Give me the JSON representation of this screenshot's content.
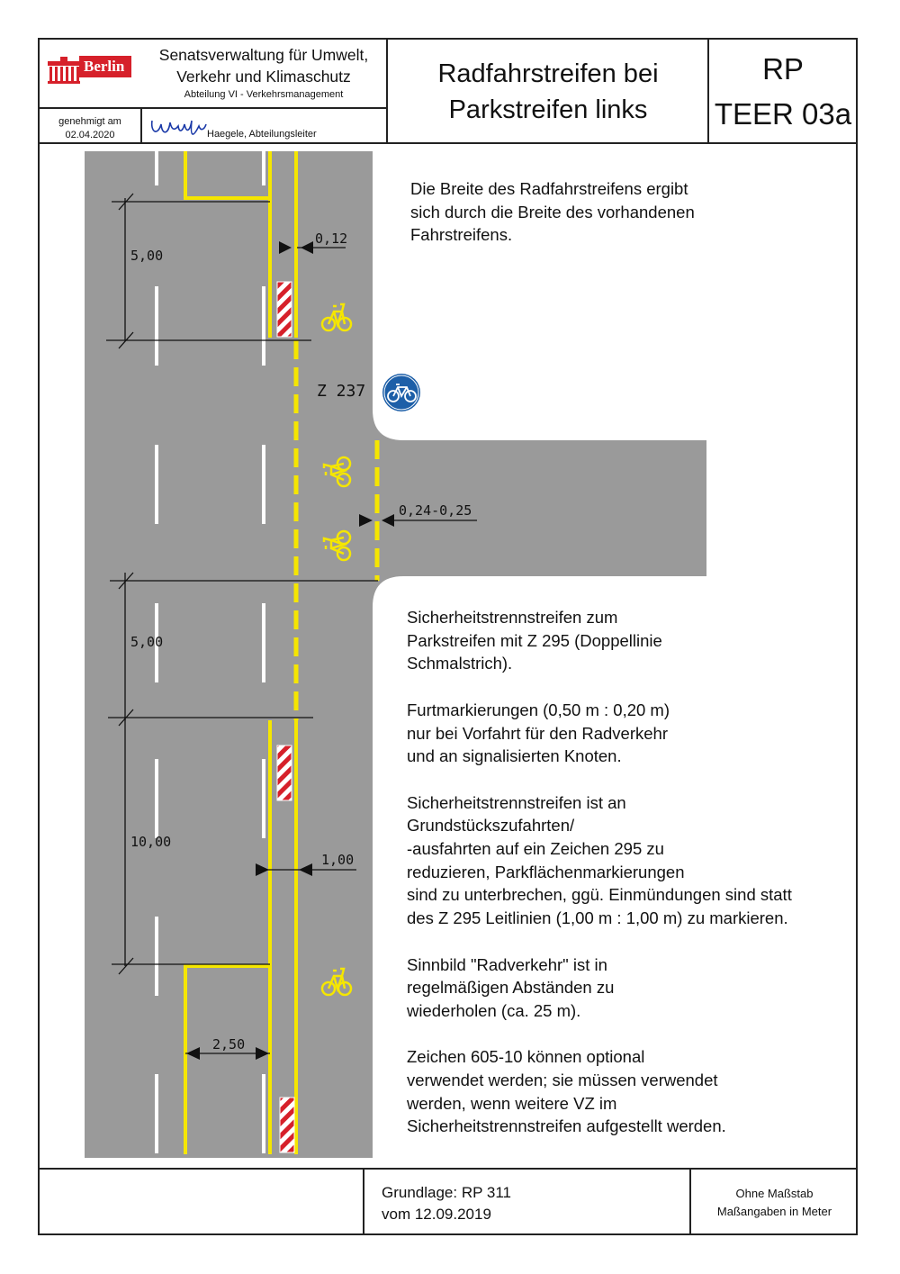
{
  "header": {
    "logo_text": "Berlin",
    "organization_line1": "Senatsverwaltung für Umwelt,",
    "organization_line2": "Verkehr und Klimaschutz",
    "department": "Abteilung VI - Verkehrsmanagement",
    "approved_label": "genehmigt  am",
    "approved_date": "02.04.2020",
    "signer": "Haegele, Abteilungsleiter",
    "title_line1": "Radfahrstreifen bei",
    "title_line2": "Parkstreifen links",
    "code_line1": "RP",
    "code_line2": "TEER 03a"
  },
  "diagram": {
    "sign_label": "Z 237",
    "dimensions": {
      "d_5_00_top": "5,00",
      "d_0_12": "0,12",
      "d_0_24": "0,24-0,25",
      "d_5_00_mid": "5,00",
      "d_10_00": "10,00",
      "d_1_00": "1,00",
      "d_2_50": "2,50"
    },
    "colors": {
      "asphalt": "#9a9a9a",
      "marking_yellow": "#f5e600",
      "marking_white": "#ffffff",
      "sign_blue": "#1d5fa8",
      "post_red": "#d6202a"
    }
  },
  "notes": {
    "note1": "Die Breite des Radfahrstreifens ergibt\nsich durch die Breite des vorhandenen\nFahrstreifens.",
    "note2": "Sicherheitstrennstreifen zum\nParkstreifen mit Z 295 (Doppellinie\nSchmalstrich).\n\nFurtmarkierungen (0,50 m : 0,20 m)\nnur bei Vorfahrt für den Radverkehr\nund an signalisierten Knoten.\n\nSicherheitstrennstreifen ist an\nGrundstückszufahrten/\n-ausfahrten auf ein Zeichen 295 zu\nreduzieren, Parkflächenmarkierungen\nsind zu unterbrechen, ggü. Einmündungen sind statt\ndes Z 295 Leitlinien (1,00 m : 1,00 m) zu markieren.\n\nSinnbild \"Radverkehr\" ist in\nregelmäßigen Abständen zu\nwiederholen (ca. 25 m).\n\nZeichen 605-10 können optional\nverwendet werden; sie müssen verwendet\nwerden, wenn weitere VZ im\nSicherheitstrennstreifen aufgestellt werden."
  },
  "footer": {
    "basis_line1": "Grundlage: RP 311",
    "basis_line2": "vom 12.09.2019",
    "scale_line1": "Ohne Maßstab",
    "scale_line2": "Maßangaben in Meter"
  }
}
